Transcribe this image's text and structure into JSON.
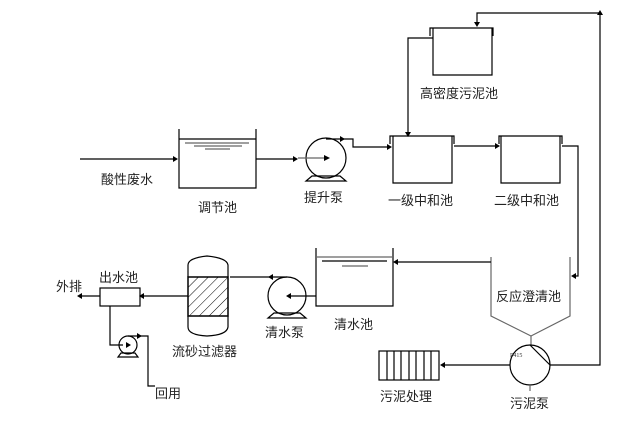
{
  "title": "酸性废水处理工艺流程图",
  "labels": {
    "acid_wastewater": "酸性废水",
    "equalization_tank": "调节池",
    "lift_pump": "提升泵",
    "hd_sludge_tank": "高密度污泥池",
    "primary_neutralization": "一级中和池",
    "secondary_neutralization": "二级中和池",
    "reaction_clarifier": "反应澄清池",
    "clear_water_tank": "清水池",
    "clear_water_pump": "清水泵",
    "sand_filter": "流砂过滤器",
    "outlet_tank": "出水池",
    "discharge": "外排",
    "reuse": "回用",
    "sludge_treatment": "污泥处理",
    "sludge_pump": "污泥泵",
    "sludge_pump_tag": "P415"
  },
  "flow": [
    "酸性废水 → 调节池",
    "调节池 → 提升泵",
    "提升泵 → 一级中和池",
    "高密度污泥池 → 一级中和池",
    "一级中和池 → 二级中和池",
    "二级中和池 → 反应澄清池",
    "反应澄清池 → 清水池",
    "清水池 → 清水泵",
    "清水泵 → 流砂过滤器",
    "流砂过滤器 → 出水池",
    "出水池 → 外排",
    "出水池 → 回用",
    "反应澄清池 → 污泥泵",
    "污泥泵 → 污泥处理",
    "污泥泵 → 高密度污泥池"
  ],
  "colors": {
    "line": "#000000",
    "text": "#222222",
    "water_line": "#666666"
  }
}
